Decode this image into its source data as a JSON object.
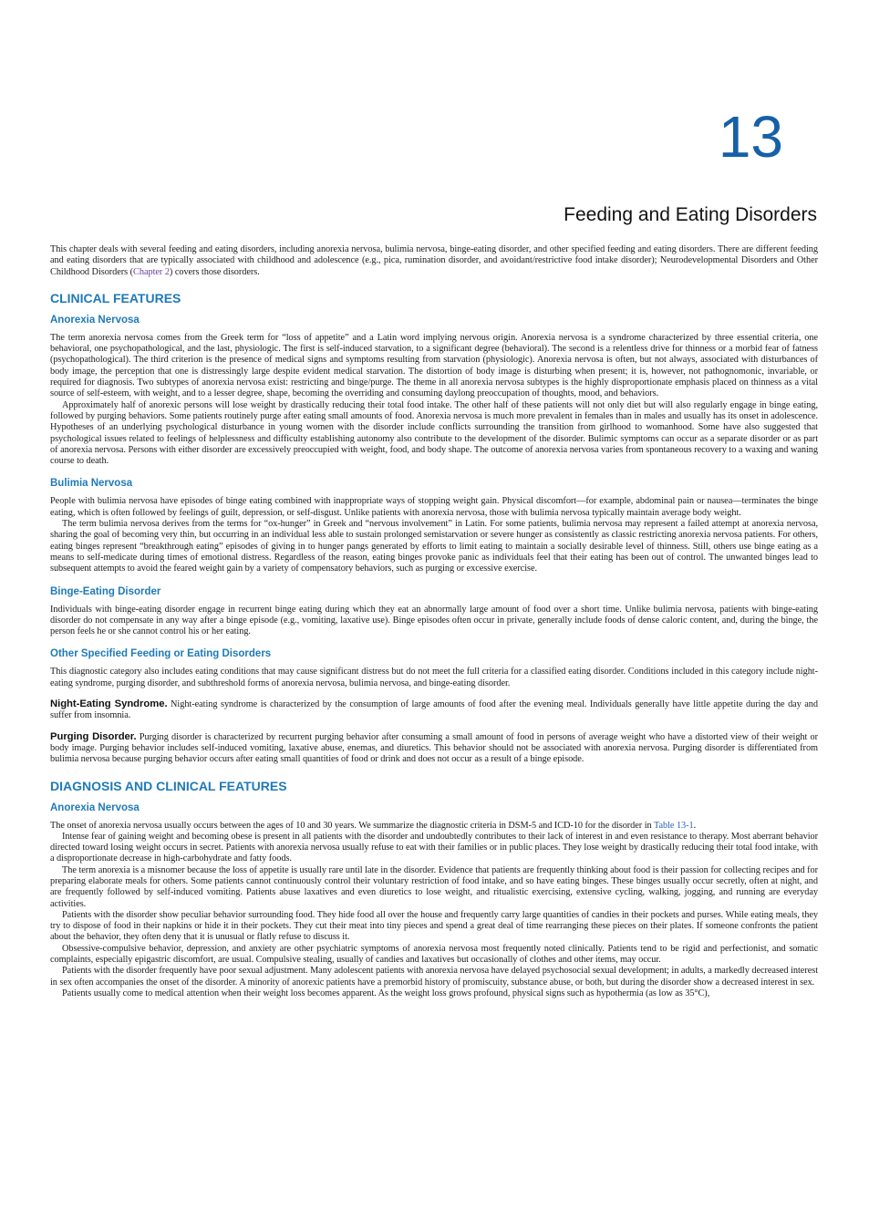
{
  "chapter": {
    "number": "13",
    "title": "Feeding and Eating Disorders"
  },
  "intro": {
    "text_before": "This chapter deals with several feeding and eating disorders, including anorexia nervosa, bulimia nervosa, binge-eating disorder, and other specified feeding and eating disorders. There are different feeding and eating disorders that are typically associated with childhood and adolescence (e.g., pica, rumination disorder, and avoidant/restrictive food intake disorder); Neurodevelopmental Disorders and Other Childhood Disorders (",
    "link": "Chapter 2",
    "text_after": ") covers those disorders."
  },
  "section1": {
    "heading": "CLINICAL FEATURES",
    "anorexia": {
      "heading": "Anorexia Nervosa",
      "p1": "The term anorexia nervosa comes from the Greek term for “loss of appetite” and a Latin word implying nervous origin. Anorexia nervosa is a syndrome characterized by three essential criteria, one behavioral, one psychopathological, and the last, physiologic. The first is self-induced starvation, to a significant degree (behavioral). The second is a relentless drive for thinness or a morbid fear of fatness (psychopathological). The third criterion is the presence of medical signs and symptoms resulting from starvation (physiologic). Anorexia nervosa is often, but not always, associated with disturbances of body image, the perception that one is distressingly large despite evident medical starvation. The distortion of body image is disturbing when present; it is, however, not pathognomonic, invariable, or required for diagnosis. Two subtypes of anorexia nervosa exist: restricting and binge/purge. The theme in all anorexia nervosa subtypes is the highly disproportionate emphasis placed on thinness as a vital source of self-esteem, with weight, and to a lesser degree, shape, becoming the overriding and consuming daylong preoccupation of thoughts, mood, and behaviors.",
      "p2": "Approximately half of anorexic persons will lose weight by drastically reducing their total food intake. The other half of these patients will not only diet but will also regularly engage in binge eating, followed by purging behaviors. Some patients routinely purge after eating small amounts of food. Anorexia nervosa is much more prevalent in females than in males and usually has its onset in adolescence. Hypotheses of an underlying psychological disturbance in young women with the disorder include conflicts surrounding the transition from girlhood to womanhood. Some have also suggested that psychological issues related to feelings of helplessness and difficulty establishing autonomy also contribute to the development of the disorder. Bulimic symptoms can occur as a separate disorder or as part of anorexia nervosa. Persons with either disorder are excessively preoccupied with weight, food, and body shape. The outcome of anorexia nervosa varies from spontaneous recovery to a waxing and waning course to death."
    },
    "bulimia": {
      "heading": "Bulimia Nervosa",
      "p1": "People with bulimia nervosa have episodes of binge eating combined with inappropriate ways of stopping weight gain. Physical discomfort—for example, abdominal pain or nausea—terminates the binge eating, which is often followed by feelings of guilt, depression, or self-disgust. Unlike patients with anorexia nervosa, those with bulimia nervosa typically maintain average body weight.",
      "p2": "The term bulimia nervosa derives from the terms for “ox-hunger” in Greek and “nervous involvement” in Latin. For some patients, bulimia nervosa may represent a failed attempt at anorexia nervosa, sharing the goal of becoming very thin, but occurring in an individual less able to sustain prolonged semistarvation or severe hunger as consistently as classic restricting anorexia nervosa patients. For others, eating binges represent “breakthrough eating” episodes of giving in to hunger pangs generated by efforts to limit eating to maintain a socially desirable level of thinness. Still, others use binge eating as a means to self-medicate during times of emotional distress. Regardless of the reason, eating binges provoke panic as individuals feel that their eating has been out of control. The unwanted binges lead to subsequent attempts to avoid the feared weight gain by a variety of compensatory behaviors, such as purging or excessive exercise."
    },
    "binge": {
      "heading": "Binge-Eating Disorder",
      "p1": "Individuals with binge-eating disorder engage in recurrent binge eating during which they eat an abnormally large amount of food over a short time. Unlike bulimia nervosa, patients with binge-eating disorder do not compensate in any way after a binge episode (e.g., vomiting, laxative use). Binge episodes often occur in private, generally include foods of dense caloric content, and, during the binge, the person feels he or she cannot control his or her eating."
    },
    "other": {
      "heading": "Other Specified Feeding or Eating Disorders",
      "p1": "This diagnostic category also includes eating conditions that may cause significant distress but do not meet the full criteria for a classified eating disorder. Conditions included in this category include night-eating syndrome, purging disorder, and subthreshold forms of anorexia nervosa, bulimia nervosa, and binge-eating disorder.",
      "night_head": "Night-Eating Syndrome.",
      "night_text": " Night-eating syndrome is characterized by the consumption of large amounts of food after the evening meal. Individuals generally have little appetite during the day and suffer from insomnia.",
      "purge_head": "Purging Disorder.",
      "purge_text": " Purging disorder is characterized by recurrent purging behavior after consuming a small amount of food in persons of average weight who have a distorted view of their weight or body image. Purging behavior includes self-induced vomiting, laxative abuse, enemas, and diuretics. This behavior should not be associated with anorexia nervosa. Purging disorder is differentiated from bulimia nervosa because purging behavior occurs after eating small quantities of food or drink and does not occur as a result of a binge episode."
    }
  },
  "section2": {
    "heading": "DIAGNOSIS AND CLINICAL FEATURES",
    "anorexia": {
      "heading": "Anorexia Nervosa",
      "p1_before": "The onset of anorexia nervosa usually occurs between the ages of 10 and 30 years. We summarize the diagnostic criteria in DSM-5 and ICD-10 for the disorder in ",
      "p1_link": "Table 13-1",
      "p1_after": ".",
      "p2": "Intense fear of gaining weight and becoming obese is present in all patients with the disorder and undoubtedly contributes to their lack of interest in and even resistance to therapy. Most aberrant behavior directed toward losing weight occurs in secret. Patients with anorexia nervosa usually refuse to eat with their families or in public places. They lose weight by drastically reducing their total food intake, with a disproportionate decrease in high-carbohydrate and fatty foods.",
      "p3": "The term anorexia is a misnomer because the loss of appetite is usually rare until late in the disorder. Evidence that patients are frequently thinking about food is their passion for collecting recipes and for preparing elaborate meals for others. Some patients cannot continuously control their voluntary restriction of food intake, and so have eating binges. These binges usually occur secretly, often at night, and are frequently followed by self-induced vomiting. Patients abuse laxatives and even diuretics to lose weight, and ritualistic exercising, extensive cycling, walking, jogging, and running are everyday activities.",
      "p4": "Patients with the disorder show peculiar behavior surrounding food. They hide food all over the house and frequently carry large quantities of candies in their pockets and purses. While eating meals, they try to dispose of food in their napkins or hide it in their pockets. They cut their meat into tiny pieces and spend a great deal of time rearranging these pieces on their plates. If someone confronts the patient about the behavior, they often deny that it is unusual or flatly refuse to discuss it.",
      "p5": "Obsessive-compulsive behavior, depression, and anxiety are other psychiatric symptoms of anorexia nervosa most frequently noted clinically. Patients tend to be rigid and perfectionist, and somatic complaints, especially epigastric discomfort, are usual. Compulsive stealing, usually of candies and laxatives but occasionally of clothes and other items, may occur.",
      "p6": "Patients with the disorder frequently have poor sexual adjustment. Many adolescent patients with anorexia nervosa have delayed psychosocial sexual development; in adults, a markedly decreased interest in sex often accompanies the onset of the disorder. A minority of anorexic patients have a premorbid history of promiscuity, substance abuse, or both, but during the disorder show a decreased interest in sex.",
      "p7": "Patients usually come to medical attention when their weight loss becomes apparent. As the weight loss grows profound, physical signs such as hypothermia (as low as 35°C),"
    }
  }
}
